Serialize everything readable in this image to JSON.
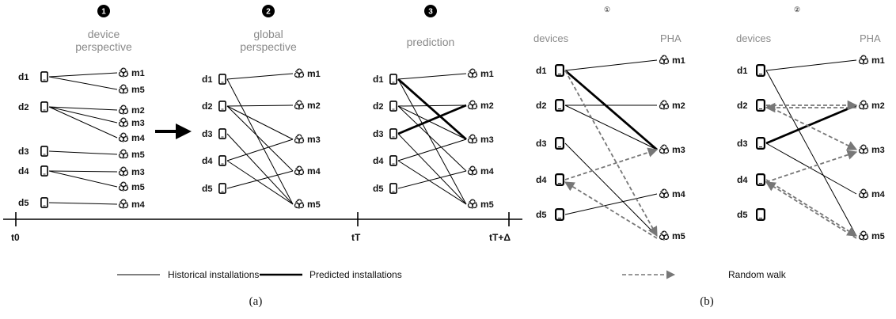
{
  "panel_a": {
    "steps": [
      {
        "number": "1",
        "title_line1": "device",
        "title_line2": "perspective"
      },
      {
        "number": "2",
        "title_line1": "global",
        "title_line2": "perspective"
      },
      {
        "number": "3",
        "title_line1": "prediction",
        "title_line2": ""
      }
    ],
    "step1": {
      "rows": [
        {
          "device": "d1",
          "phas": [
            "m1",
            "m5"
          ]
        },
        {
          "device": "d2",
          "phas": [
            "m2",
            "m3",
            "m4"
          ]
        },
        {
          "device": "d3",
          "phas": [
            "m5"
          ]
        },
        {
          "device": "d4",
          "phas": [
            "m3",
            "m5"
          ]
        },
        {
          "device": "d5",
          "phas": [
            "m4"
          ]
        }
      ]
    },
    "step2": {
      "devices": [
        "d1",
        "d2",
        "d3",
        "d4",
        "d5"
      ],
      "phas": [
        "m1",
        "m2",
        "m3",
        "m4",
        "m5"
      ],
      "historical_edges": [
        [
          "d1",
          "m1"
        ],
        [
          "d1",
          "m5"
        ],
        [
          "d2",
          "m2"
        ],
        [
          "d2",
          "m3"
        ],
        [
          "d2",
          "m4"
        ],
        [
          "d3",
          "m5"
        ],
        [
          "d4",
          "m3"
        ],
        [
          "d4",
          "m5"
        ],
        [
          "d5",
          "m4"
        ]
      ]
    },
    "step3": {
      "devices": [
        "d1",
        "d2",
        "d3",
        "d4",
        "d5"
      ],
      "phas": [
        "m1",
        "m2",
        "m3",
        "m4",
        "m5"
      ],
      "historical_edges": [
        [
          "d1",
          "m1"
        ],
        [
          "d1",
          "m5"
        ],
        [
          "d2",
          "m2"
        ],
        [
          "d2",
          "m3"
        ],
        [
          "d2",
          "m4"
        ],
        [
          "d3",
          "m5"
        ],
        [
          "d4",
          "m3"
        ],
        [
          "d4",
          "m5"
        ],
        [
          "d5",
          "m4"
        ]
      ],
      "predicted_edges": [
        [
          "d1",
          "m3"
        ],
        [
          "d3",
          "m2"
        ]
      ]
    },
    "timeline": {
      "t_start": "t0",
      "t_mid": "tT",
      "t_end": "tT+Δ"
    },
    "legend": {
      "historical": "Historical installations",
      "predicted": "Predicted installations"
    },
    "caption": "(a)"
  },
  "panel_b": {
    "walks": [
      {
        "number": "①",
        "devices_header": "devices",
        "pha_header": "PHA",
        "devices": [
          "d1",
          "d2",
          "d3",
          "d4",
          "d5"
        ],
        "phas": [
          "m1",
          "m2",
          "m3",
          "m4",
          "m5"
        ],
        "thin_edges": [
          [
            "d1",
            "m1"
          ],
          [
            "d2",
            "m2"
          ],
          [
            "d2",
            "m3"
          ],
          [
            "d3",
            "m5"
          ],
          [
            "d5",
            "m4"
          ]
        ],
        "thick_edges": [
          [
            "d1",
            "m3"
          ]
        ],
        "walk_edges": [
          [
            "d1",
            "m5",
            "dev-to-pha"
          ],
          [
            "m5",
            "d4",
            "pha-to-dev"
          ],
          [
            "d4",
            "m3",
            "dev-to-pha"
          ]
        ]
      },
      {
        "number": "②",
        "devices_header": "devices",
        "pha_header": "PHA",
        "devices": [
          "d1",
          "d2",
          "d3",
          "d4",
          "d5"
        ],
        "phas": [
          "m1",
          "m2",
          "m3",
          "m4",
          "m5"
        ],
        "thin_edges": [
          [
            "d1",
            "m1"
          ],
          [
            "d1",
            "m5"
          ],
          [
            "d3",
            "m4"
          ]
        ],
        "thick_edges": [
          [
            "d3",
            "m2"
          ]
        ],
        "walk_edges": [
          [
            "d2",
            "m2",
            "dev-to-pha"
          ],
          [
            "m2",
            "d2",
            "pha-to-dev"
          ],
          [
            "d2",
            "m3",
            "dev-to-pha"
          ],
          [
            "d4",
            "m3",
            "dev-to-pha"
          ],
          [
            "d4",
            "m5",
            "dev-to-pha"
          ],
          [
            "m5",
            "d4",
            "pha-to-dev"
          ]
        ]
      }
    ],
    "legend": {
      "random_walk": "Random walk"
    },
    "caption": "(b)"
  }
}
